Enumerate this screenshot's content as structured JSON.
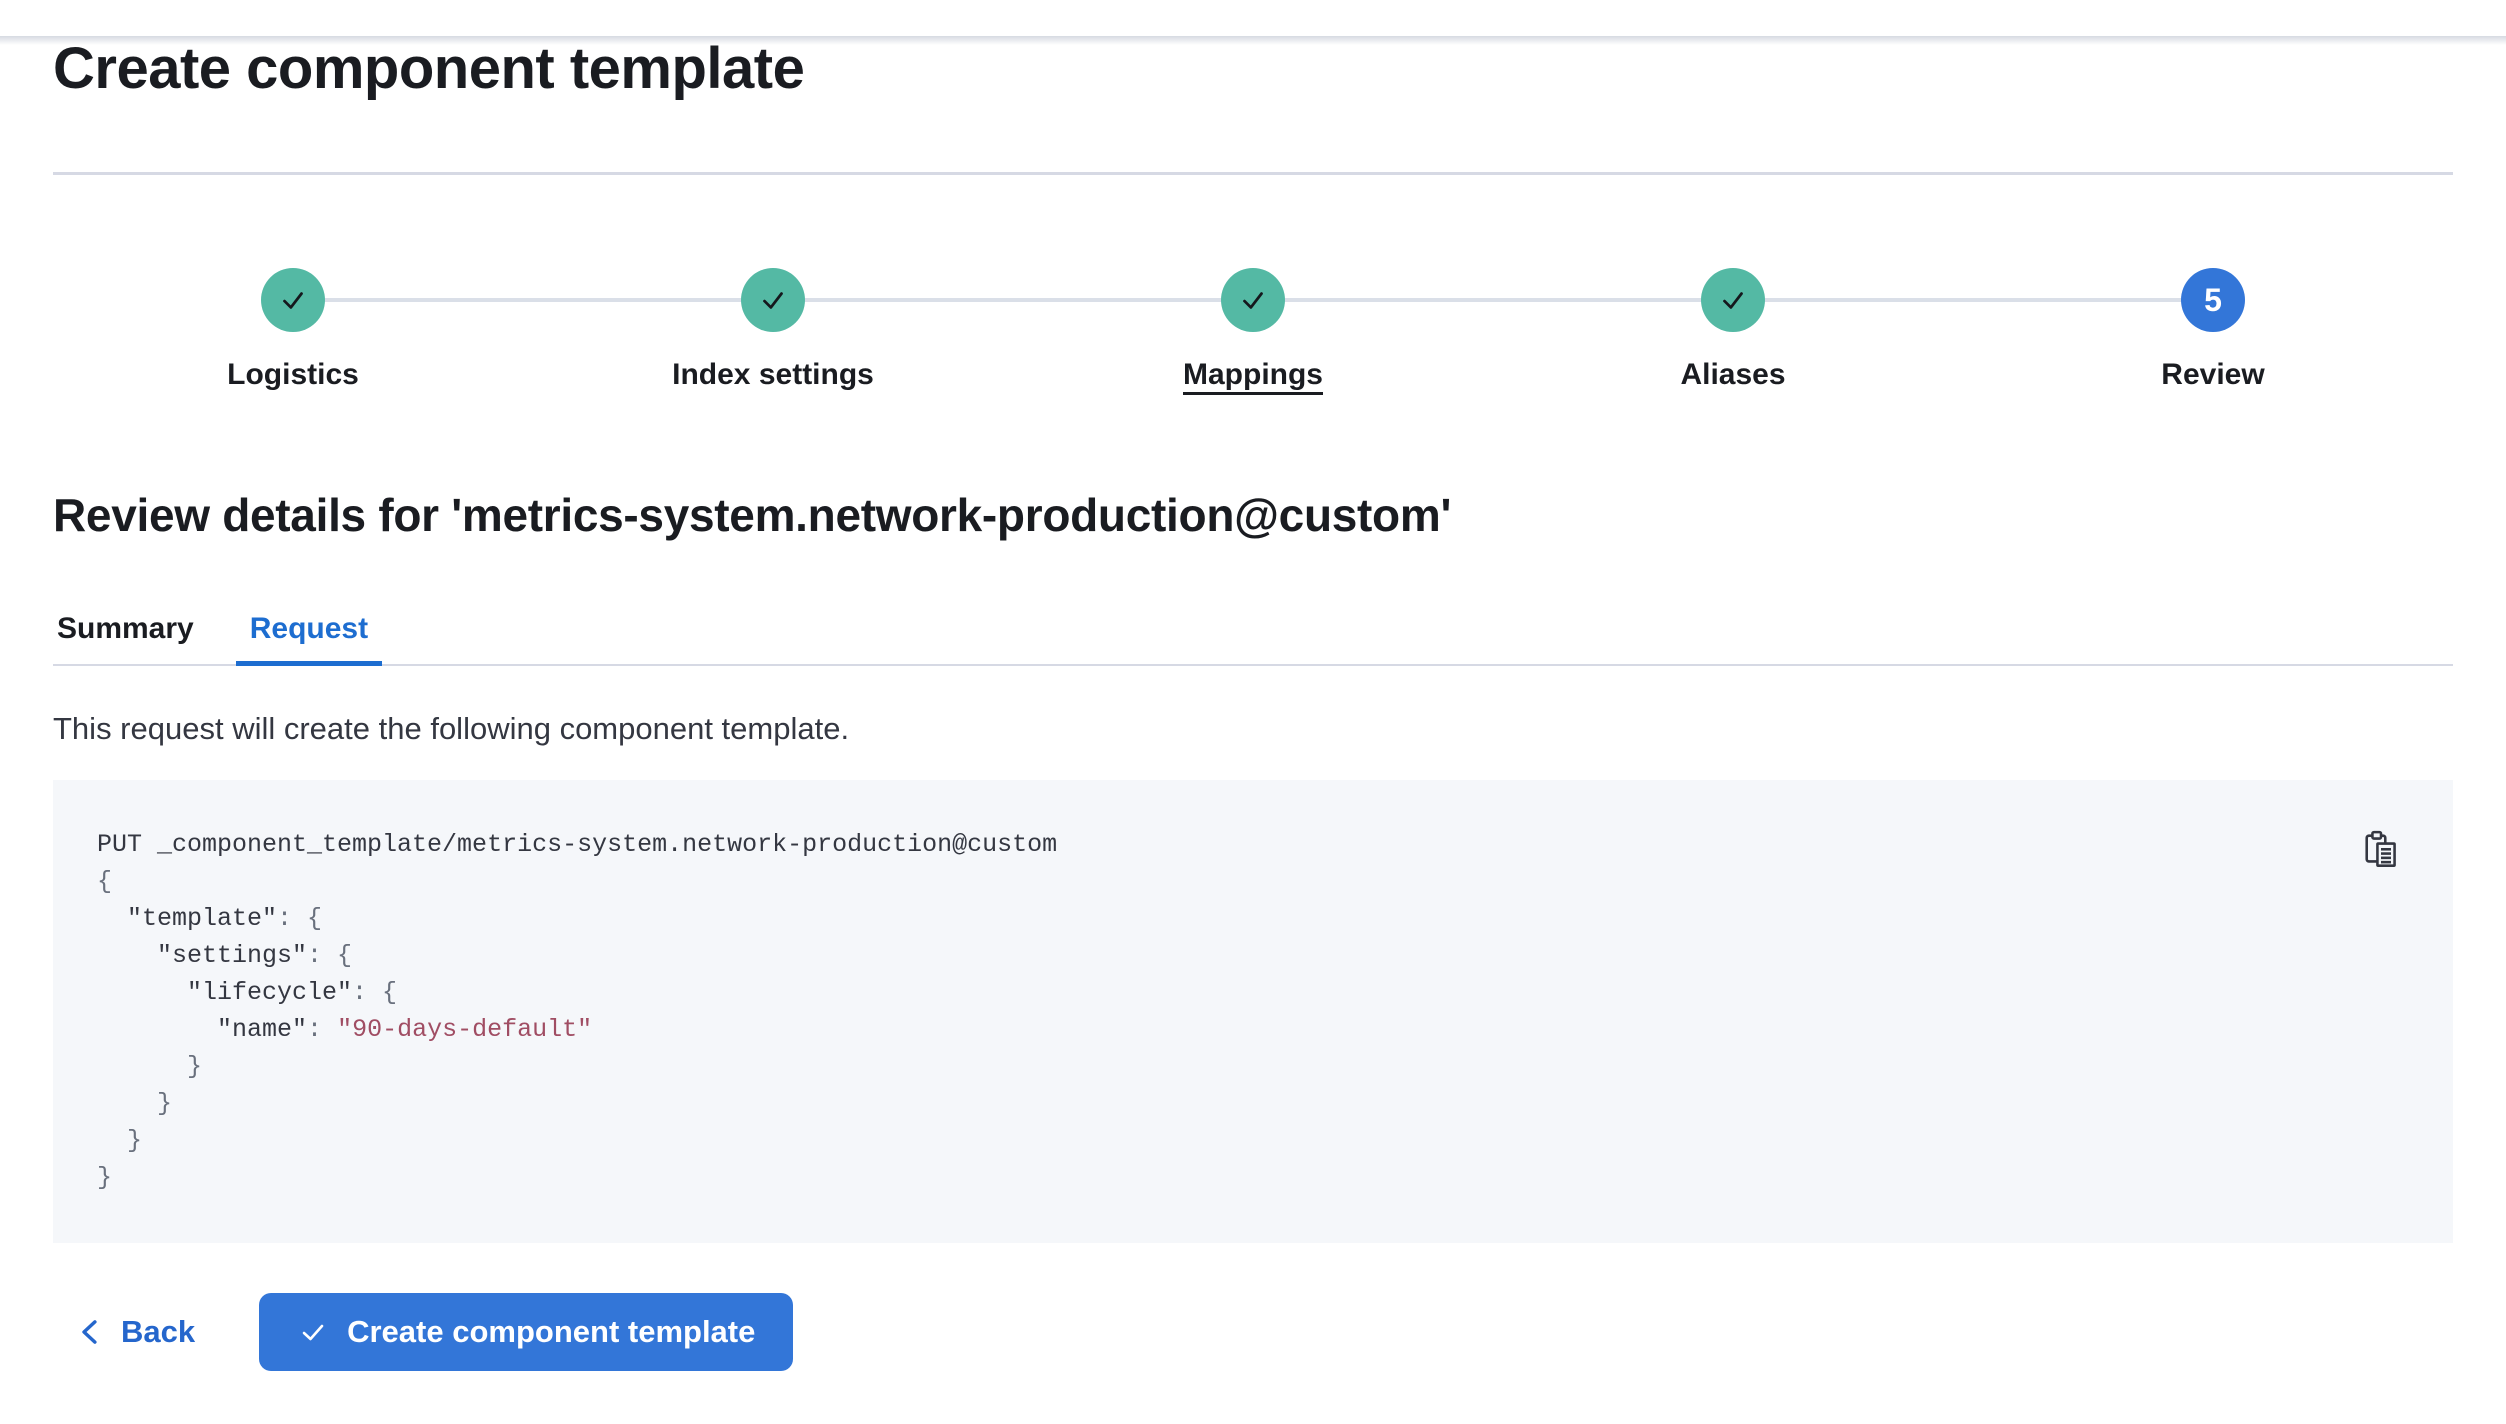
{
  "colors": {
    "accent_teal": "#54b9a4",
    "primary_blue": "#3376d8",
    "link_blue": "#2566cc",
    "tab_blue": "#1d6dd0",
    "code_bg": "#f5f7fa",
    "code_text": "#343741",
    "code_punct": "#69707d",
    "code_string": "#a04d63",
    "divider": "#d6d9e4",
    "divider_light": "#dadfe8",
    "text_dark": "#1a1c21",
    "text_body": "#343741"
  },
  "page": {
    "title": "Create component template"
  },
  "stepper": {
    "steps": [
      {
        "label": "Logistics",
        "status": "complete",
        "icon": "check-icon",
        "underlined": false
      },
      {
        "label": "Index settings",
        "status": "complete",
        "icon": "check-icon",
        "underlined": false
      },
      {
        "label": "Mappings",
        "status": "complete",
        "icon": "check-icon",
        "underlined": true
      },
      {
        "label": "Aliases",
        "status": "complete",
        "icon": "check-icon",
        "underlined": false
      },
      {
        "label": "Review",
        "status": "current",
        "number": "5",
        "underlined": false
      }
    ]
  },
  "review": {
    "heading": "Review details for 'metrics-system.network-production@custom'",
    "tabs": [
      {
        "label": "Summary",
        "active": false
      },
      {
        "label": "Request",
        "active": true
      }
    ],
    "description": "This request will create the following component template."
  },
  "code_block": {
    "copy_icon": "copy-clipboard-icon",
    "lines": [
      [
        {
          "text": "PUT _component_template/metrics-system.network-production@custom",
          "style": "plain"
        }
      ],
      [
        {
          "text": "{",
          "style": "punct"
        }
      ],
      [
        {
          "text": "  ",
          "style": "plain"
        },
        {
          "text": "\"template\"",
          "style": "key"
        },
        {
          "text": ": {",
          "style": "punct"
        }
      ],
      [
        {
          "text": "    ",
          "style": "plain"
        },
        {
          "text": "\"settings\"",
          "style": "key"
        },
        {
          "text": ": {",
          "style": "punct"
        }
      ],
      [
        {
          "text": "      ",
          "style": "plain"
        },
        {
          "text": "\"lifecycle\"",
          "style": "key"
        },
        {
          "text": ": {",
          "style": "punct"
        }
      ],
      [
        {
          "text": "        ",
          "style": "plain"
        },
        {
          "text": "\"name\"",
          "style": "key"
        },
        {
          "text": ": ",
          "style": "punct"
        },
        {
          "text": "\"90-days-default\"",
          "style": "string"
        }
      ],
      [
        {
          "text": "      }",
          "style": "punct"
        }
      ],
      [
        {
          "text": "    }",
          "style": "punct"
        }
      ],
      [
        {
          "text": "  }",
          "style": "punct"
        }
      ],
      [
        {
          "text": "}",
          "style": "punct"
        }
      ]
    ]
  },
  "footer": {
    "back_label": "Back",
    "back_icon": "chevron-left-icon",
    "submit_label": "Create component template",
    "submit_icon": "check-icon"
  }
}
